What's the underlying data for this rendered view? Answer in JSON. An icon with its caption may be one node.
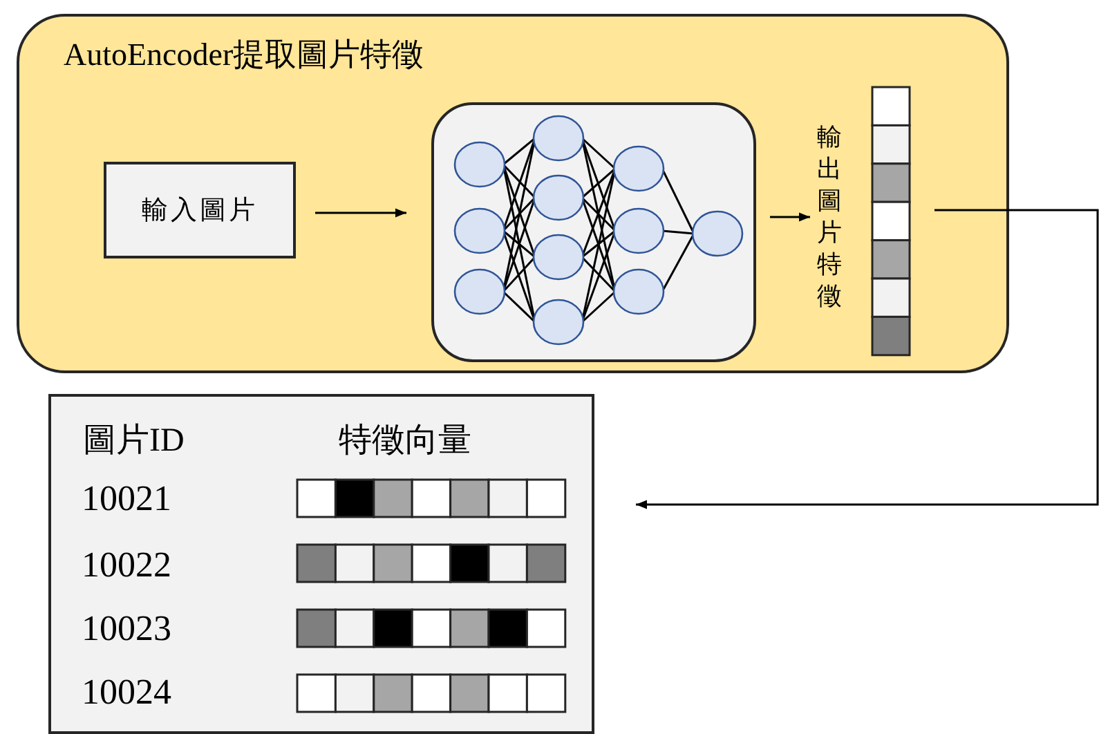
{
  "diagram": {
    "nodes": [
      {
        "text": [
          "AutoEncoder提取圖片特徵"
        ]
      },
      {
        "text": [
          "輸入圖片"
        ],
        "in": 0
      },
      {
        "text": [],
        "shape": "box",
        "in": 0
      },
      {
        "text": [],
        "shape": "bar",
        "beside": [
          "輸出圖片特徵"
        ],
        "in": 0
      },
      {
        "text": [
          "圖片ID",
          "特徵向量",
          "10021",
          "10022",
          "10023",
          "10024"
        ]
      }
    ],
    "edges": [
      {
        "from": 1,
        "to": 2,
        "arrow": "to"
      },
      {
        "from": 2,
        "to": 3,
        "arrow": "to"
      },
      {
        "from": 3,
        "to": 4,
        "arrow": "to"
      }
    ]
  }
}
